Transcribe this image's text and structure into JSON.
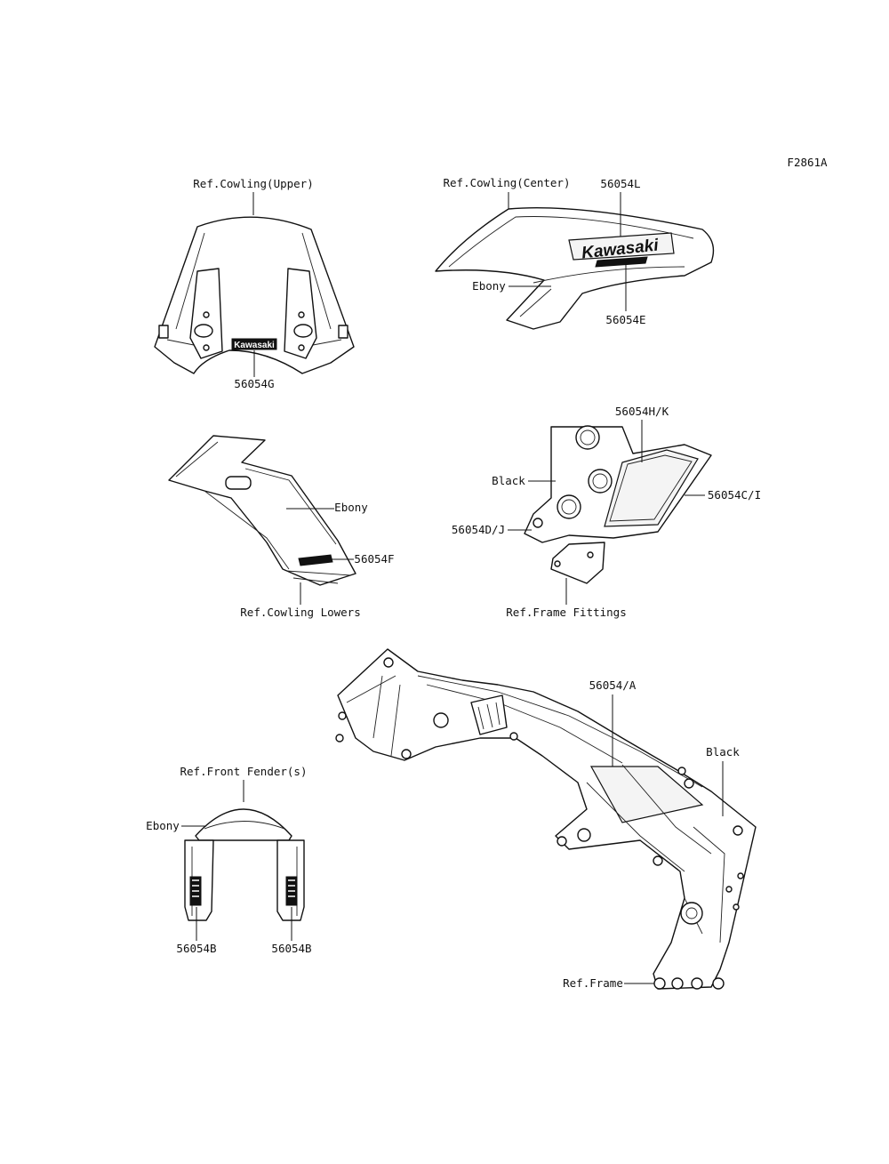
{
  "figure_code": "F2861A",
  "upper_cowling": {
    "ref_label": "Ref.Cowling(Upper)",
    "part_label": "56054G",
    "logo_text": "Kawasaki"
  },
  "center_cowling": {
    "ref_label": "Ref.Cowling(Center)",
    "part_label_top": "56054L",
    "part_label_bottom": "56054E",
    "color_label": "Ebony",
    "logo_text": "Kawasaki"
  },
  "cowling_lowers": {
    "ref_label": "Ref.Cowling Lowers",
    "part_label": "56054F",
    "color_label": "Ebony"
  },
  "frame_fittings": {
    "ref_label": "Ref.Frame Fittings",
    "part_label_top": "56054H/K",
    "part_label_right": "56054C/I",
    "part_label_left": "56054D/J",
    "color_label": "Black"
  },
  "front_fender": {
    "ref_label": "Ref.Front Fender(s)",
    "color_label": "Ebony",
    "part_label_left": "56054B",
    "part_label_right": "56054B"
  },
  "frame": {
    "ref_label": "Ref.Frame",
    "part_label": "56054/A",
    "color_label": "Black"
  }
}
